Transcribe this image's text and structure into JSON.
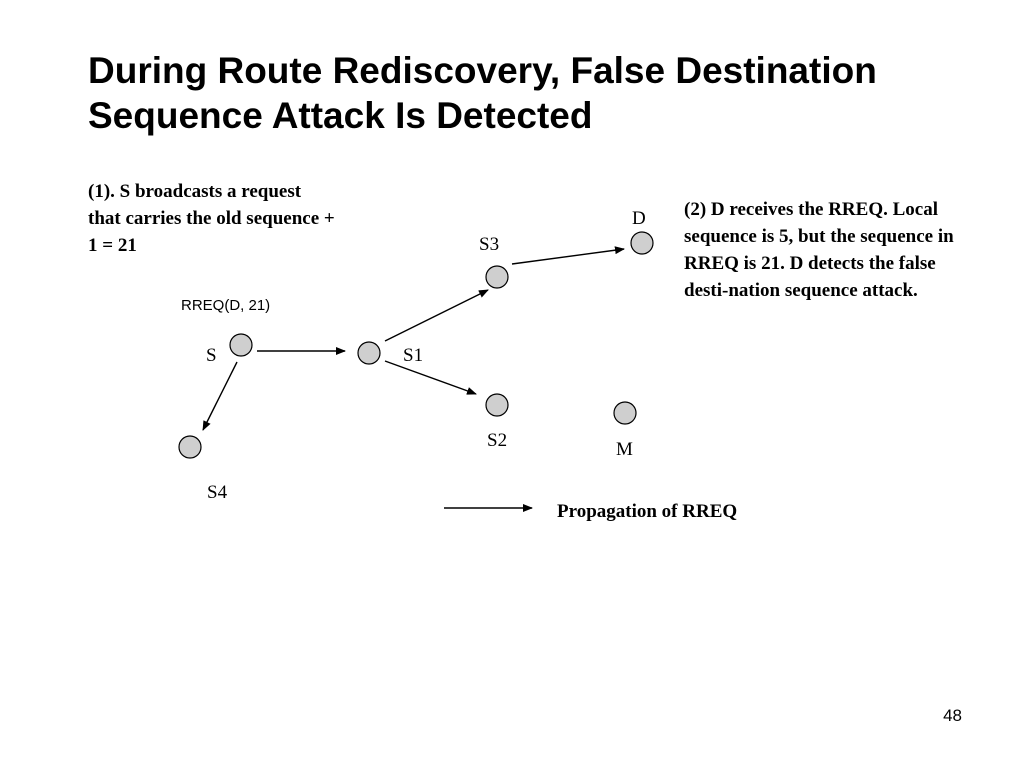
{
  "slide": {
    "title": "During Route Rediscovery, False Destination Sequence Attack Is Detected",
    "page_number": "48"
  },
  "notes": {
    "step1": "(1). S broadcasts a request that carries the old sequence + 1 = 21",
    "step2": "(2) D receives the RREQ. Local sequence is 5, but the sequence in RREQ is 21. D detects the false desti-nation sequence attack."
  },
  "diagram": {
    "message_label": "RREQ(D, 21)",
    "nodes": {
      "S": "S",
      "S1": "S1",
      "S2": "S2",
      "S3": "S3",
      "S4": "S4",
      "D": "D",
      "M": "M"
    },
    "edges": [
      {
        "from": "S",
        "to": "S1"
      },
      {
        "from": "S",
        "to": "S4"
      },
      {
        "from": "S1",
        "to": "S3"
      },
      {
        "from": "S1",
        "to": "S2"
      },
      {
        "from": "S3",
        "to": "D"
      }
    ],
    "node_fill": "#cfcfcf"
  },
  "legend": {
    "label": "Propagation of RREQ"
  }
}
